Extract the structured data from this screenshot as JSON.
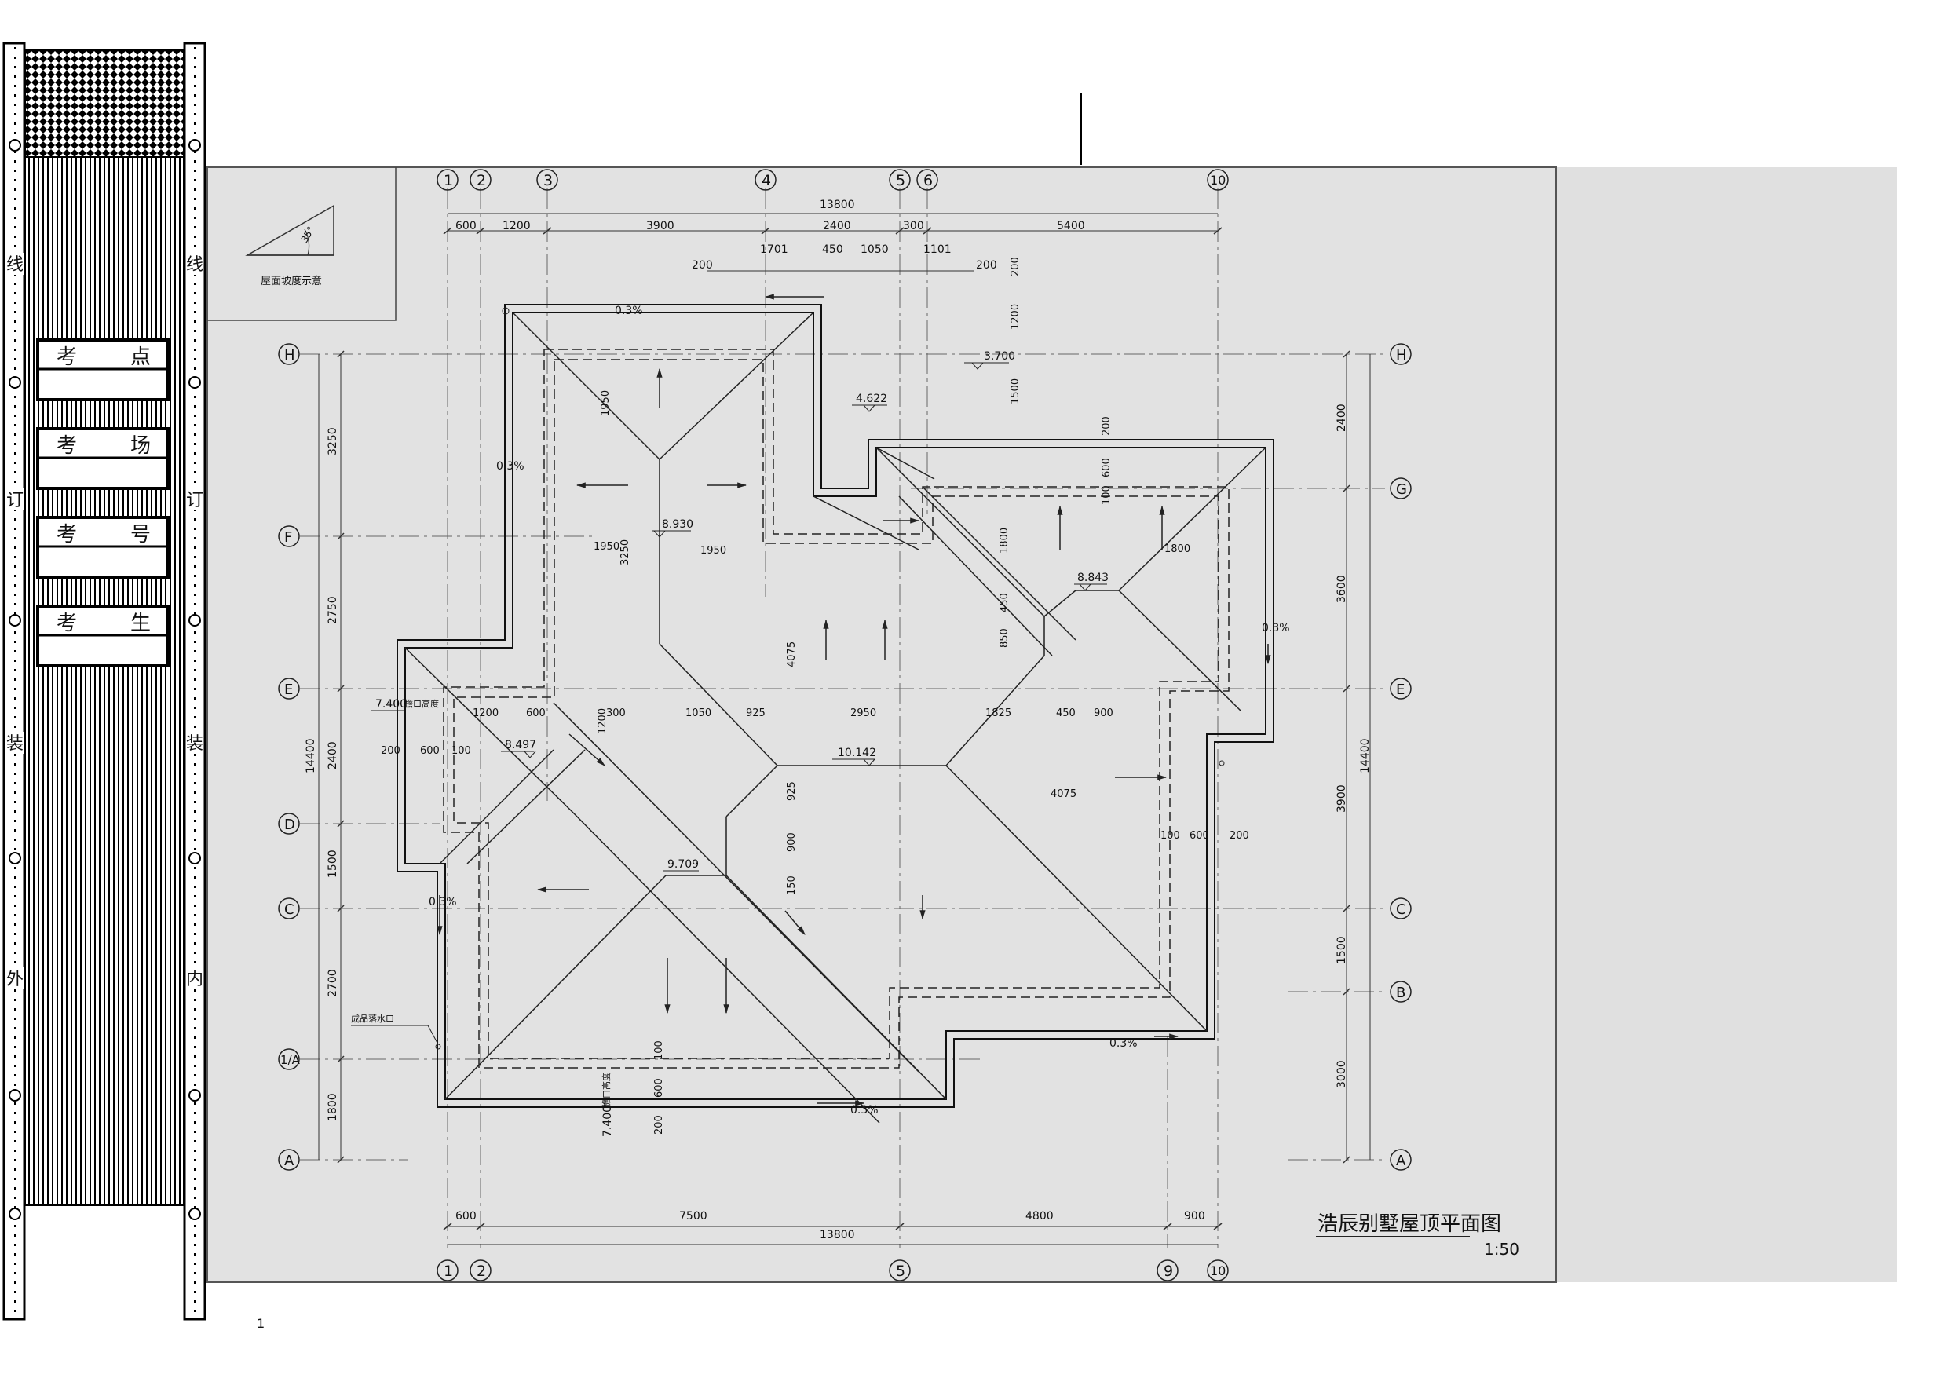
{
  "sheet": {
    "title": "浩辰别墅屋顶平面图",
    "scale": "1:50",
    "page_number": "1",
    "slope_note": "屋面坡度示意",
    "slope_angle": "35°"
  },
  "binding_margin": {
    "outer_chars": [
      "线",
      "订",
      "装",
      "外"
    ],
    "inner_chars": [
      "线",
      "订",
      "装",
      "内"
    ],
    "labels": [
      {
        "left": "考",
        "right": "点"
      },
      {
        "left": "考",
        "right": "场"
      },
      {
        "left": "考",
        "right": "号"
      },
      {
        "left": "考",
        "right": "生"
      }
    ]
  },
  "axes": {
    "top": [
      "1",
      "2",
      "3",
      "4",
      "5",
      "6",
      "10"
    ],
    "bottom": [
      "1",
      "2",
      "5",
      "9",
      "10"
    ],
    "left": [
      "H",
      "F",
      "E",
      "D",
      "C",
      "1/A",
      "A"
    ],
    "right": [
      "H",
      "G",
      "E",
      "C",
      "B",
      "A"
    ]
  },
  "dims": {
    "top_total": "13800",
    "top_row": [
      "600",
      "1200",
      "3900",
      "2400",
      "300",
      "5400"
    ],
    "top_inner": [
      "200",
      "1701",
      "450",
      "1050",
      "1101",
      "200"
    ],
    "bottom_row": [
      "600",
      "7500",
      "4800",
      "900"
    ],
    "bottom_total": "13800",
    "left_row": [
      "3250",
      "2750",
      "2400",
      "1500",
      "2700",
      "1800"
    ],
    "left_total": "14400",
    "right_row": [
      "2400",
      "3600",
      "3900",
      "1500",
      "3000"
    ],
    "right_total": "14400",
    "misc": [
      "200",
      "1200",
      "1500",
      "200",
      "600",
      "100",
      "1800",
      "1800",
      "450",
      "850",
      "1950",
      "1950",
      "1950",
      "3250",
      "4075",
      "1200",
      "600",
      "1200",
      "300",
      "1050",
      "925",
      "2950",
      "1825",
      "450",
      "900",
      "200",
      "600",
      "100",
      "925",
      "900",
      "150",
      "4075",
      "100",
      "600",
      "200",
      "100",
      "600",
      "200"
    ]
  },
  "elevations": [
    "4.622",
    "3.700",
    "8.930",
    "8.843",
    "10.142",
    "8.497",
    "9.709",
    "7.400",
    "7.400"
  ],
  "slopes": [
    "0.3%",
    "0.3%",
    "0.3%",
    "0.3%",
    "0.3%",
    "0.3%"
  ],
  "notes": [
    "檐口高度",
    "檐口高度",
    "成品落水口"
  ]
}
